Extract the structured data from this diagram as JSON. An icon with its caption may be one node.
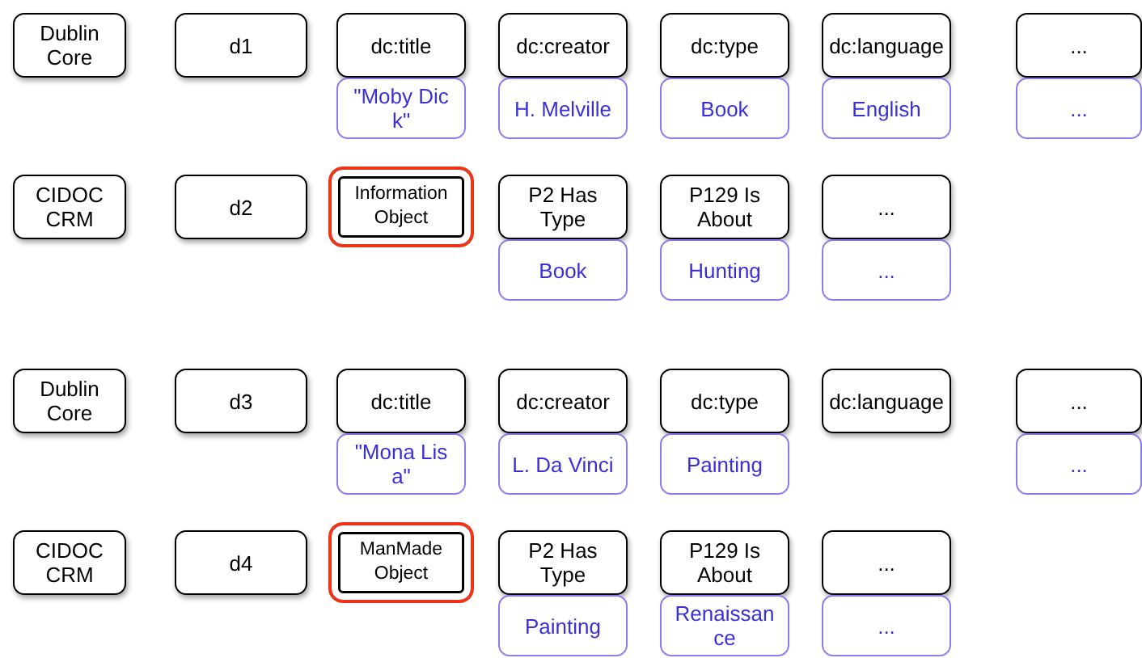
{
  "diagram": {
    "nodes": [
      {
        "text": [
          "Dublin Core"
        ]
      },
      {
        "text": [
          "d1"
        ]
      },
      {
        "text": [
          "dc:title"
        ]
      },
      {
        "text": [
          "dc:creator"
        ]
      },
      {
        "text": [
          "dc:type"
        ]
      },
      {
        "text": [
          "dc:language"
        ]
      },
      {
        "text": [
          "..."
        ]
      },
      {
        "text": [
          "\"Moby Dick\""
        ]
      },
      {
        "text": [
          "H. Melville"
        ]
      },
      {
        "text": [
          "Book"
        ]
      },
      {
        "text": [
          "English"
        ]
      },
      {
        "text": [
          "..."
        ]
      },
      {
        "text": [
          "CIDOC CRM"
        ]
      },
      {
        "text": [
          "d2"
        ]
      },
      {
        "text": [
          "Information Object"
        ]
      },
      {
        "text": [
          "P2 Has Type"
        ]
      },
      {
        "text": [
          "P129 Is About"
        ]
      },
      {
        "text": [
          "..."
        ]
      },
      {
        "text": [
          "Book"
        ]
      },
      {
        "text": [
          "Hunting"
        ]
      },
      {
        "text": [
          "..."
        ]
      },
      {
        "text": [
          "Dublin Core"
        ]
      },
      {
        "text": [
          "d3"
        ]
      },
      {
        "text": [
          "dc:title"
        ]
      },
      {
        "text": [
          "dc:creator"
        ]
      },
      {
        "text": [
          "dc:type"
        ]
      },
      {
        "text": [
          "dc:language"
        ]
      },
      {
        "text": [
          "..."
        ]
      },
      {
        "text": [
          "\"Mona Lisa\""
        ]
      },
      {
        "text": [
          "L. Da Vinci"
        ]
      },
      {
        "text": [
          "Painting"
        ]
      },
      {
        "text": [
          "..."
        ]
      },
      {
        "text": [
          "CIDOC CRM"
        ]
      },
      {
        "text": [
          "d4"
        ]
      },
      {
        "text": [
          "ManMade Object"
        ]
      },
      {
        "text": [
          "P2 Has Type"
        ]
      },
      {
        "text": [
          "P129 Is About"
        ]
      },
      {
        "text": [
          "..."
        ]
      },
      {
        "text": [
          "Painting"
        ]
      },
      {
        "text": [
          "Renaissance"
        ]
      },
      {
        "text": [
          "..."
        ]
      }
    ]
  }
}
